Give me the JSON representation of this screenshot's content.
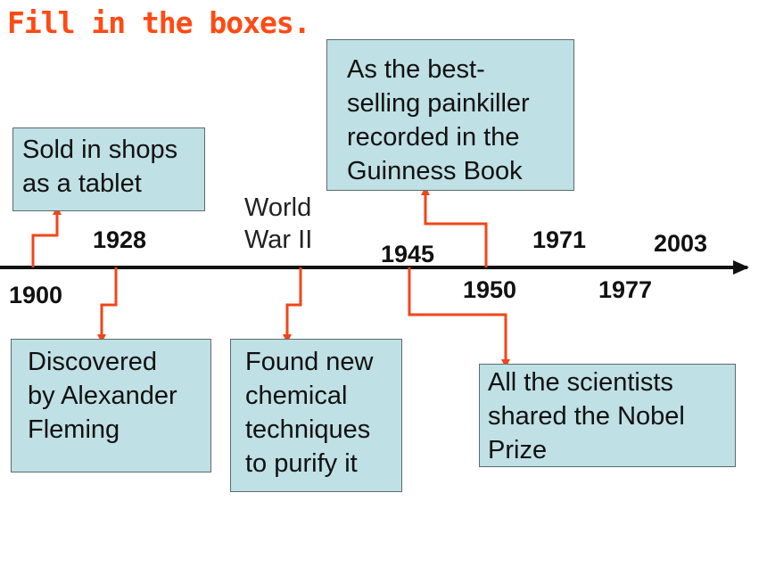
{
  "title": "Fill in the boxes.",
  "boxes": {
    "sold": [
      "Sold in shops",
      "as a tablet"
    ],
    "bestselling": [
      "As the best-",
      "selling painkiller",
      "recorded in the",
      "Guinness Book"
    ],
    "discovered": [
      "Discovered",
      "by Alexander",
      "Fleming"
    ],
    "found": [
      "Found new",
      "chemical",
      "techniques",
      "to purify it"
    ],
    "nobel": [
      "All the scientists",
      "shared the Nobel",
      "Prize"
    ]
  },
  "labels": {
    "world_war": [
      "World",
      "War II"
    ]
  },
  "years": {
    "y1900": "1900",
    "y1928": "1928",
    "y1945": "1945",
    "y1950": "1950",
    "y1971": "1971",
    "y1977": "1977",
    "y2003": "2003"
  },
  "colors": {
    "title": "#ff4a14",
    "connector": "#f0461a",
    "box_fill": "#bfe0e4",
    "timeline": "#111111"
  }
}
